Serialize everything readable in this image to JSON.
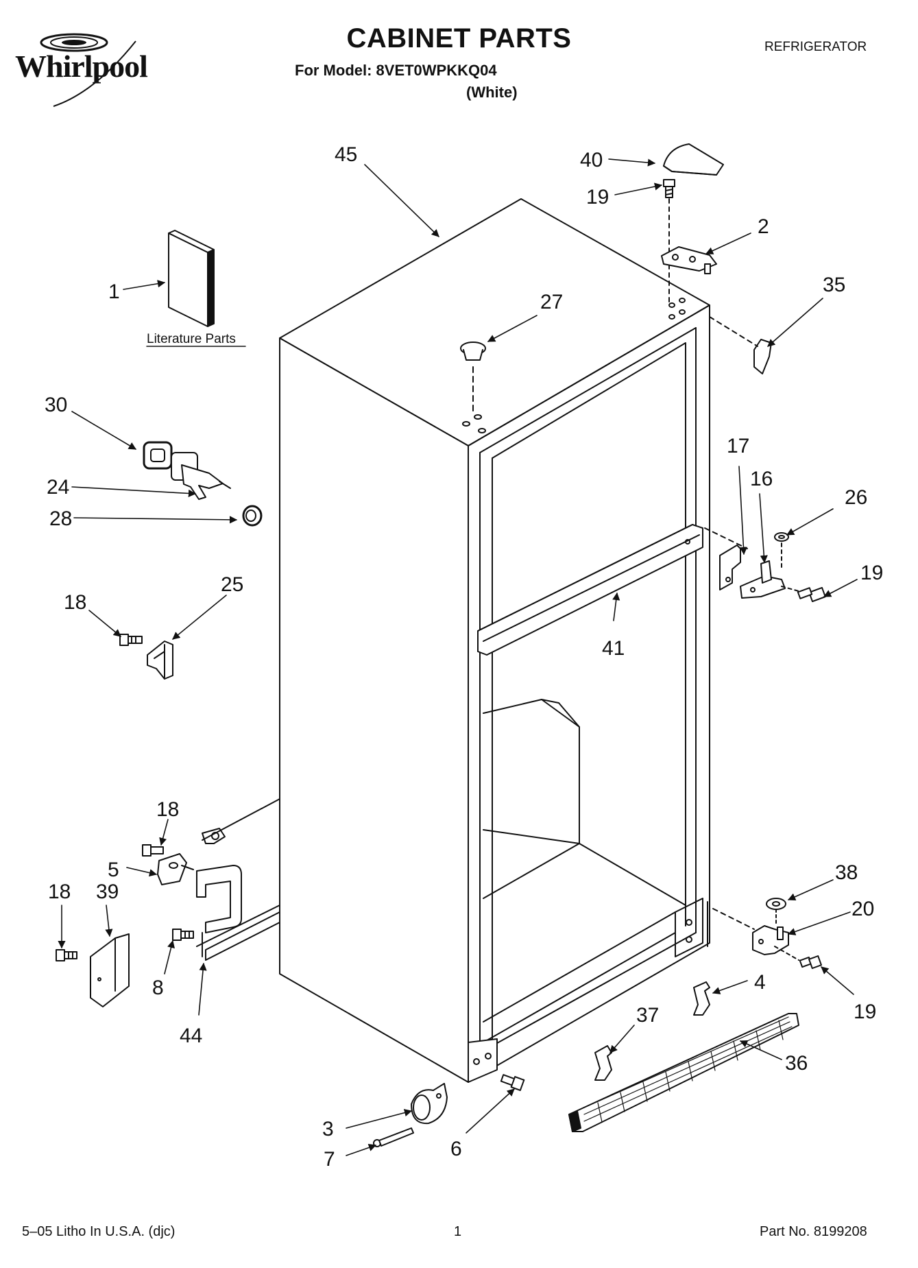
{
  "brand": "Whirlpool",
  "title": "CABINET PARTS",
  "model_line": "For Model: 8VET0WPKKQ04",
  "color_note": "(White)",
  "product_type": "REFRIGERATOR",
  "literature_label": "Literature Parts",
  "footer": {
    "litho": "5–05 Litho In U.S.A. (djc)",
    "page": "1",
    "part_no": "Part No. 8199208"
  },
  "callouts": {
    "c45": "45",
    "c40": "40",
    "c19a": "19",
    "c2": "2",
    "c1": "1",
    "c35": "35",
    "c27": "27",
    "c30": "30",
    "c17": "17",
    "c16": "16",
    "c26": "26",
    "c24": "24",
    "c28": "28",
    "c19b": "19",
    "c18a": "18",
    "c25": "25",
    "c41": "41",
    "c18b": "18",
    "c5": "5",
    "c18c": "18",
    "c39": "39",
    "c38": "38",
    "c20": "20",
    "c8": "8",
    "c4": "4",
    "c19c": "19",
    "c44": "44",
    "c37": "37",
    "c36": "36",
    "c3": "3",
    "c7": "7",
    "c6": "6"
  },
  "colors": {
    "ink": "#111111",
    "paper": "#ffffff"
  }
}
